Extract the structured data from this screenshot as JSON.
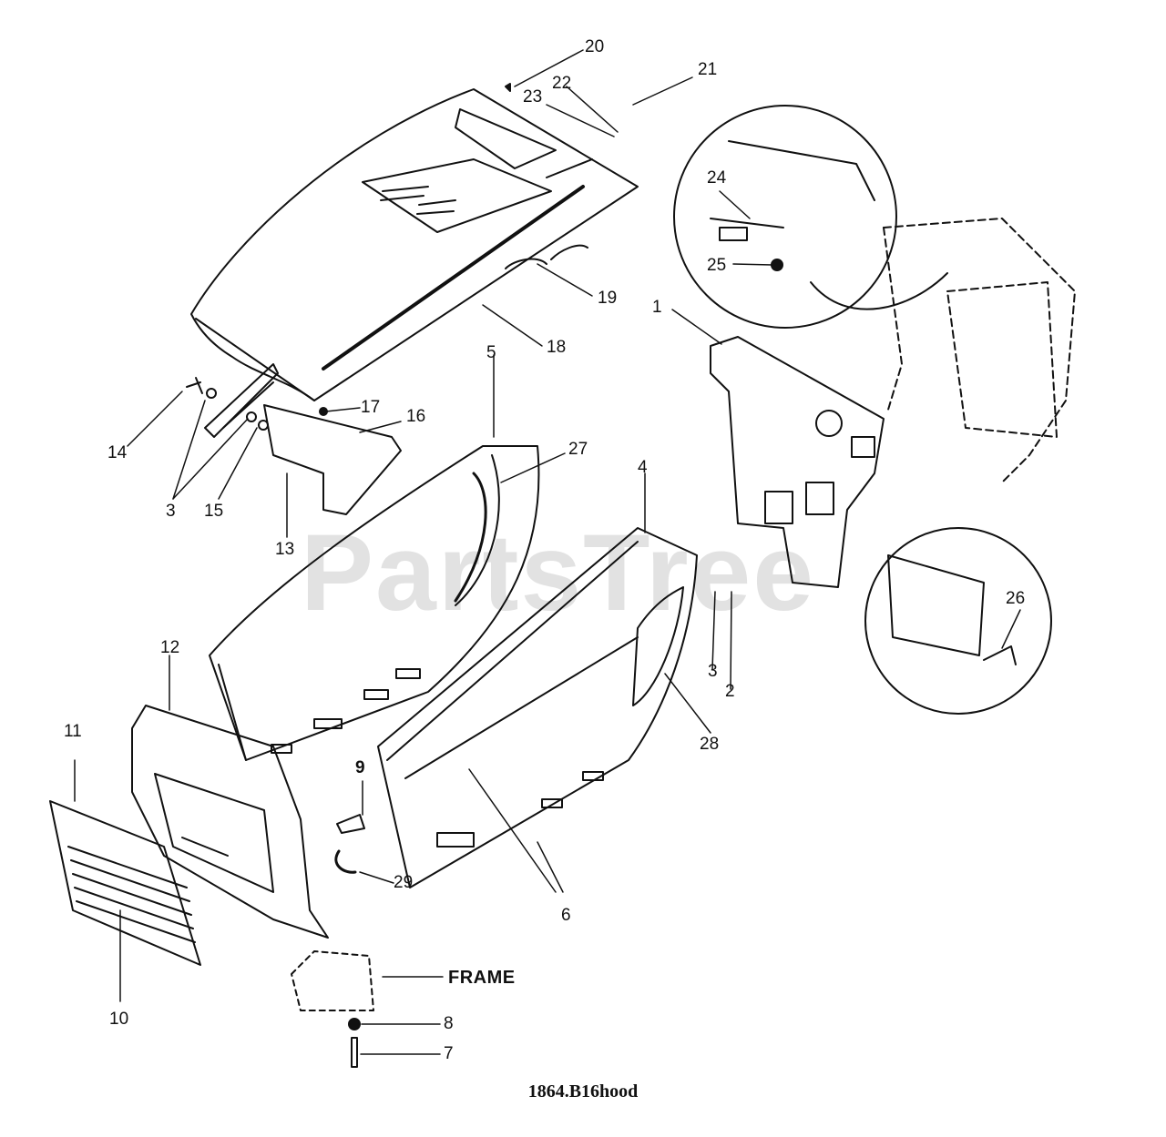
{
  "diagram": {
    "caption": "1864.B16hood",
    "watermark": "PartsTree",
    "frame_label": "FRAME",
    "callouts": {
      "c1": "1",
      "c2": "2",
      "c3a": "3",
      "c3b": "3",
      "c4": "4",
      "c5": "5",
      "c6": "6",
      "c7": "7",
      "c8": "8",
      "c9": "9",
      "c10": "10",
      "c11": "11",
      "c12": "12",
      "c13": "13",
      "c14": "14",
      "c15": "15",
      "c16": "16",
      "c17": "17",
      "c18": "18",
      "c19": "19",
      "c20": "20",
      "c21": "21",
      "c22": "22",
      "c23": "23",
      "c24": "24",
      "c25": "25",
      "c26": "26",
      "c27": "27",
      "c28": "28",
      "c29": "29"
    }
  }
}
